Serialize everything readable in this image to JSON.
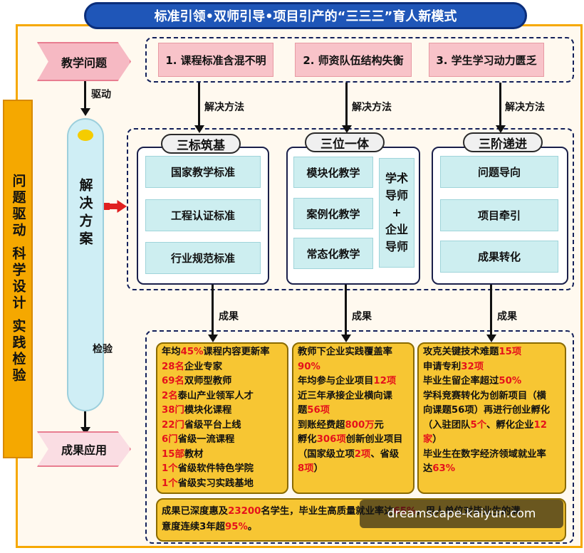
{
  "title": "标准引领•双师引导•项目引产的“三三三”育人新模式",
  "side_band": [
    "问题驱动",
    "科学设计",
    "实践检验"
  ],
  "left_flow": {
    "top_tag": "教学问题",
    "bottom_tag": "成果应用",
    "arrow_drive": "驱动",
    "arrow_check": "检验",
    "solution": "解决方案"
  },
  "problems": [
    "1. 课程标准含混不明",
    "2. 师资队伍结构失衡",
    "3. 学生学习动力匮乏"
  ],
  "method_label": "解决方法",
  "result_label": "成果",
  "groups": [
    {
      "title": "三标筑基",
      "items": [
        "国家教学标准",
        "工程认证标准",
        "行业规范标准"
      ]
    },
    {
      "title": "三位一体",
      "items": [
        "模块化教学",
        "案例化教学",
        "常态化教学"
      ],
      "side_lines": [
        "学术",
        "导师",
        "+",
        "企业",
        "导师"
      ]
    },
    {
      "title": "三阶递进",
      "items": [
        "问题导向",
        "项目牵引",
        "成果转化"
      ]
    }
  ],
  "results": {
    "col1": [
      [
        {
          "t": "年均"
        },
        {
          "t": "45%",
          "r": 1
        },
        {
          "t": "课程内容更新率"
        }
      ],
      [
        {
          "t": "28名",
          "r": 1
        },
        {
          "t": "企业专家"
        }
      ],
      [
        {
          "t": "69名",
          "r": 1
        },
        {
          "t": "双师型教师"
        }
      ],
      [
        {
          "t": "2名",
          "r": 1
        },
        {
          "t": "泰山产业领军人才"
        }
      ],
      [
        {
          "t": "38门",
          "r": 1
        },
        {
          "t": "模块化课程"
        }
      ],
      [
        {
          "t": "22门",
          "r": 1
        },
        {
          "t": "省级平台上线"
        }
      ],
      [
        {
          "t": "6门",
          "r": 1
        },
        {
          "t": "省级一流课程"
        }
      ],
      [
        {
          "t": "15部",
          "r": 1
        },
        {
          "t": "教材"
        }
      ],
      [
        {
          "t": "1个",
          "r": 1
        },
        {
          "t": "省级软件特色学院"
        }
      ],
      [
        {
          "t": "1个",
          "r": 1
        },
        {
          "t": "省级实习实践基地"
        }
      ]
    ],
    "col2": [
      [
        {
          "t": "教师下企业实践覆盖率"
        }
      ],
      [
        {
          "t": "90%",
          "r": 1
        }
      ],
      [
        {
          "t": "年均参与企业项目"
        },
        {
          "t": "12项",
          "r": 1
        }
      ],
      [
        {
          "t": "近三年承接企业横向课"
        }
      ],
      [
        {
          "t": "题"
        },
        {
          "t": "56项",
          "r": 1
        }
      ],
      [
        {
          "t": "到账经费超"
        },
        {
          "t": "800万",
          "r": 1
        },
        {
          "t": "元"
        }
      ],
      [
        {
          "t": "孵化"
        },
        {
          "t": "306项",
          "r": 1
        },
        {
          "t": "创新创业项目"
        }
      ],
      [
        {
          "t": "（国家级立项"
        },
        {
          "t": "2项",
          "r": 1
        },
        {
          "t": "、省级"
        }
      ],
      [
        {
          "t": "8项",
          "r": 1
        },
        {
          "t": "）"
        }
      ]
    ],
    "col3": [
      [
        {
          "t": "攻克关键技术难题"
        },
        {
          "t": "15项",
          "r": 1
        }
      ],
      [
        {
          "t": "申请专利"
        },
        {
          "t": "32项",
          "r": 1
        }
      ],
      [
        {
          "t": "毕业生留企率超过"
        },
        {
          "t": "50%",
          "r": 1
        }
      ],
      [
        {
          "t": "学科竞赛转化为创新项目（横"
        }
      ],
      [
        {
          "t": "向课题56项）再进行创业孵化"
        }
      ],
      [
        {
          "t": "（入驻团队"
        },
        {
          "t": "5个",
          "r": 1
        },
        {
          "t": "、孵化企业"
        },
        {
          "t": "12",
          "r": 1
        }
      ],
      [
        {
          "t": "家",
          "r": 1
        },
        {
          "t": "）"
        }
      ],
      [
        {
          "t": "毕业生在数字经济领域就业率"
        }
      ],
      [
        {
          "t": "达"
        },
        {
          "t": "63%",
          "r": 1
        }
      ]
    ],
    "bottom": [
      [
        {
          "t": "成果已深度惠及"
        },
        {
          "t": "23200",
          "r": 1
        },
        {
          "t": "名学生，毕业生高质量就业率达"
        },
        {
          "t": "65%",
          "r": 1
        },
        {
          "t": "，用人单位对毕业生的满"
        }
      ],
      [
        {
          "t": "意度连续3年超"
        },
        {
          "t": "95%",
          "r": 1
        },
        {
          "t": "。"
        }
      ]
    ]
  },
  "watermark": "dreamscape-kaiyun.com",
  "colors": {
    "title_bg": "#1f56b8",
    "frame": "#f6a800",
    "result_bg": "#f7c633",
    "highlight": "#e5121b",
    "item_bg": "#cdeef0",
    "problem_bg": "#f8c3c9"
  }
}
